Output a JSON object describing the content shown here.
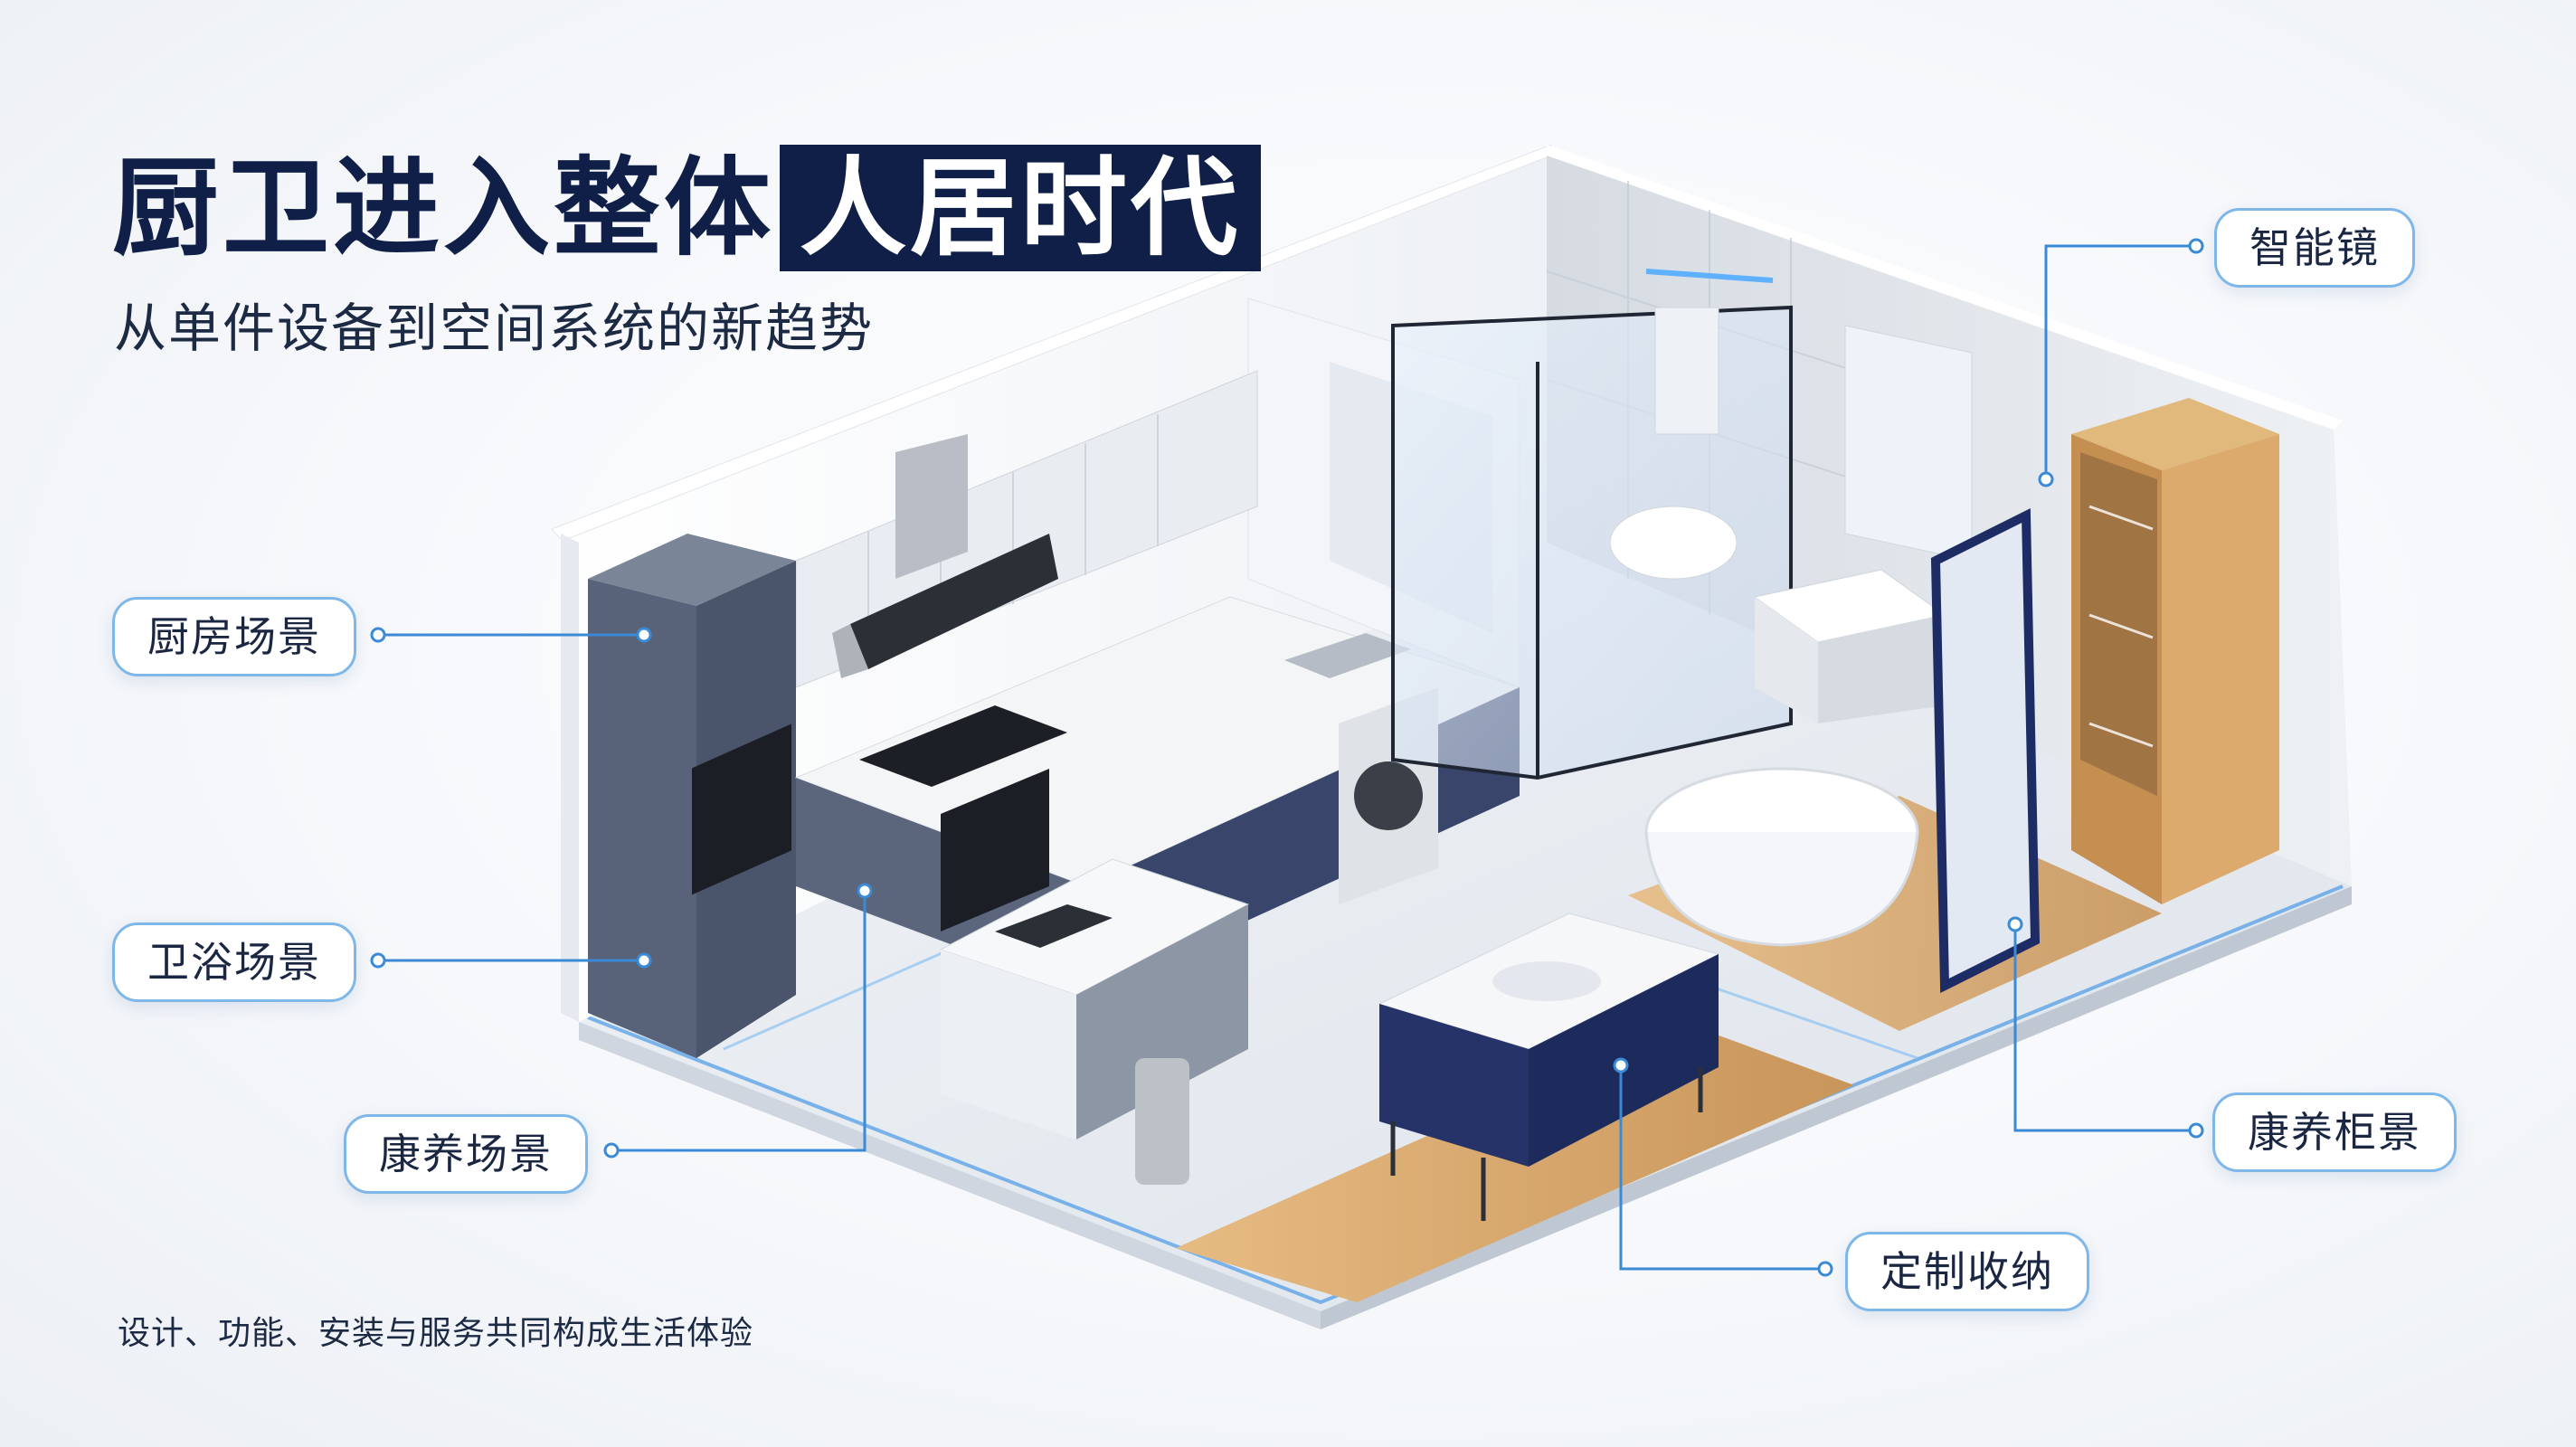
{
  "header": {
    "title_main": "厨卫进入整体",
    "title_highlight": "人居时代",
    "subtitle": "从单件设备到空间系统的新趋势"
  },
  "footer": {
    "note": "设计、功能、安装与服务共同构成生活体验"
  },
  "callouts": {
    "kitchen": "厨房场景",
    "bathroom": "卫浴场景",
    "wellness": "康养场景",
    "smart_mirror": "智能镜",
    "wellness_cabinet": "康养柜景",
    "custom_storage": "定制收纳"
  },
  "colors": {
    "navy": "#0f1f47",
    "accent_line": "#3a8ad6",
    "cabinet_gray": "#5f6b80",
    "cabinet_navy": "#22306a",
    "wood": "#d9ab72",
    "floor": "#e8ecf2"
  }
}
